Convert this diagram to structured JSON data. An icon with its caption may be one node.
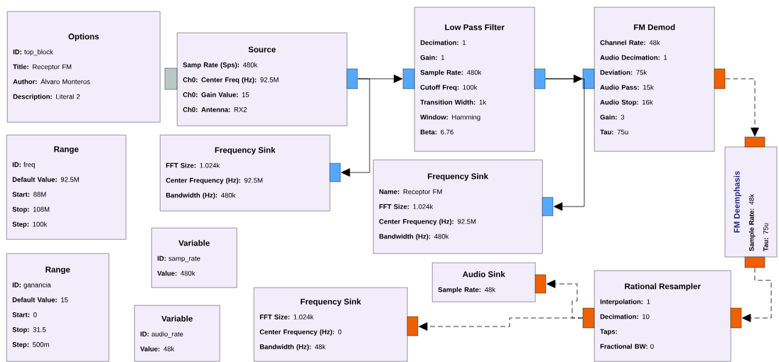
{
  "diagram": {
    "nodes": [
      {
        "text": [
          "Options",
          "**ID:** top_block",
          "**Title:** Receptor FM",
          "**Author:** Álvaro Monteros",
          "**Description:** Literal 2"
        ]
      },
      {
        "text": [
          "Source",
          "**Samp Rate (Sps):** 480k",
          "**Ch0: Center Freq (Hz):** 92.5M",
          "**Ch0: Gain Value:** 15",
          "**Ch0: Antenna:** RX2"
        ]
      },
      {
        "text": [
          "Low Pass Filter",
          "**Decimation:** 1",
          "**Gain:** 1",
          "**Sample Rate:** 480k",
          "**Cutoff Freq:** 100k",
          "**Transition Width:** 1k",
          "**Window:** Hamming",
          "**Beta:** 6.76"
        ]
      },
      {
        "text": [
          "FM Demod",
          "**Channel Rate:** 48k",
          "**Audio Decimation:** 1",
          "**Deviation:** 75k",
          "**Audio Pass:** 15k",
          "**Audio Stop:** 16k",
          "**Gain:** 3",
          "**Tau:** 75u"
        ]
      },
      {
        "text": [
          "Range",
          "**ID:** freq",
          "**Default Value:** 92.5M",
          "**Start:** 88M",
          "**Stop:** 108M",
          "**Step:** 100k"
        ]
      },
      {
        "text": [
          "Frequency Sink",
          "**FFT Size:** 1.024k",
          "**Center Frequency (Hz):** 92.5M",
          "**Bandwidth (Hz):** 480k"
        ]
      },
      {
        "text": [
          "Frequency Sink",
          "**Name:** Receptor FM",
          "**FFT Size:** 1.024k",
          "**Center Frequency (Hz):** 92.5M",
          "**Bandwidth (Hz):** 480k"
        ]
      },
      {
        "text": [
          "FM Deemphasis",
          "**Sample Rate:** 48k",
          "**Tau:** 75u"
        ]
      },
      {
        "text": [
          "Variable",
          "**ID:** samp_rate",
          "**Value:** 480k"
        ]
      },
      {
        "text": [
          "Range",
          "**ID:** ganancia",
          "**Default Value:** 15",
          "**Start:** 0",
          "**Stop:** 31.5",
          "**Step:** 500m"
        ]
      },
      {
        "text": [
          "Audio Sink",
          "**Sample Rate:** 48k"
        ]
      },
      {
        "text": [
          "Rational Resampler",
          "**Interpolation:** 1",
          "**Decimation:** 10",
          "**Taps:**",
          "**Fractional BW:** 0"
        ]
      },
      {
        "text": [
          "Variable",
          "**ID:** audio_rate",
          "**Value:** 48k"
        ]
      },
      {
        "text": [
          "Frequency Sink",
          "**FFT Size:** 1.024k",
          "**Center Frequency (Hz):** 0",
          "**Bandwidth (Hz):** 48k"
        ]
      }
    ],
    "edges": [
      {
        "from": 1,
        "to": 2,
        "arrow": "to"
      },
      {
        "from": 1,
        "to": 5,
        "arrow": "to"
      },
      {
        "from": 2,
        "to": 3,
        "arrow": "to"
      },
      {
        "from": 2,
        "to": 6,
        "arrow": "to"
      },
      {
        "from": 3,
        "to": 7,
        "arrow": "to",
        "style": "dashed"
      },
      {
        "from": 7,
        "to": 11,
        "arrow": "to",
        "style": "dashed"
      },
      {
        "from": 11,
        "to": 10,
        "arrow": "to",
        "style": "dashed"
      },
      {
        "from": 11,
        "to": 13,
        "arrow": "to",
        "style": "dashed"
      }
    ]
  }
}
